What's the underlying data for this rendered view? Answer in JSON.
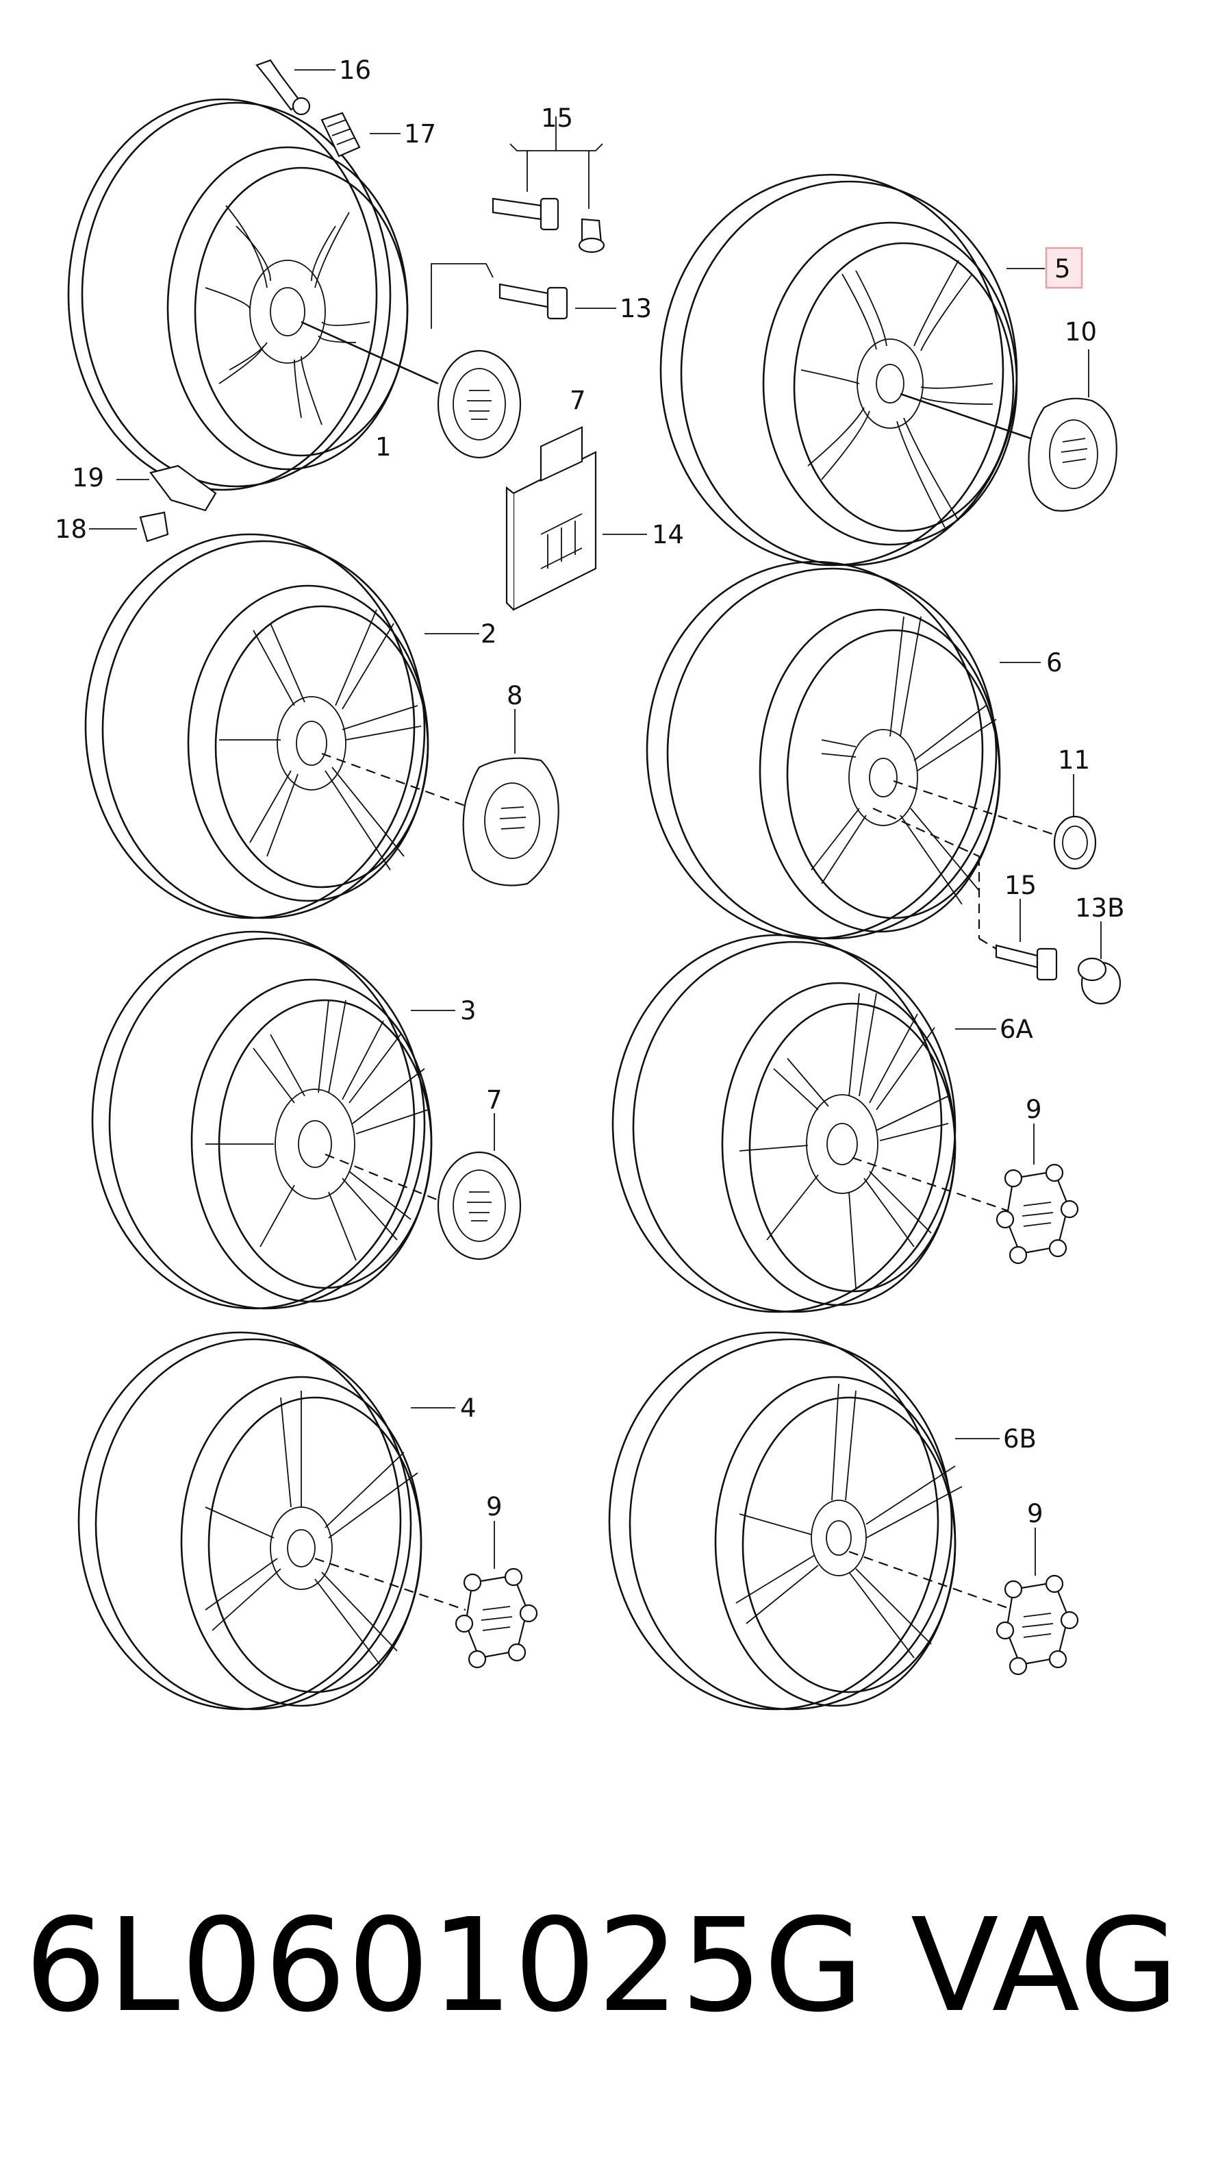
{
  "callouts": {
    "c1": "1",
    "c2": "2",
    "c3": "3",
    "c4": "4",
    "c5": "5",
    "c6": "6",
    "c6a": "6A",
    "c6b": "6B",
    "c7a": "7",
    "c7b": "7",
    "c8": "8",
    "c9a": "9",
    "c9b": "9",
    "c9c": "9",
    "c10": "10",
    "c11": "11",
    "c13": "13",
    "c13b": "13B",
    "c14": "14",
    "c15a": "15",
    "c15b": "15",
    "c16": "16",
    "c17": "17",
    "c18": "18",
    "c19": "19"
  },
  "highlight": {
    "callout": "5",
    "color": "#e8a0a8",
    "fill": "#fce8ea"
  },
  "footer": {
    "part_number": "6L0601025G",
    "brand": "VAG"
  }
}
